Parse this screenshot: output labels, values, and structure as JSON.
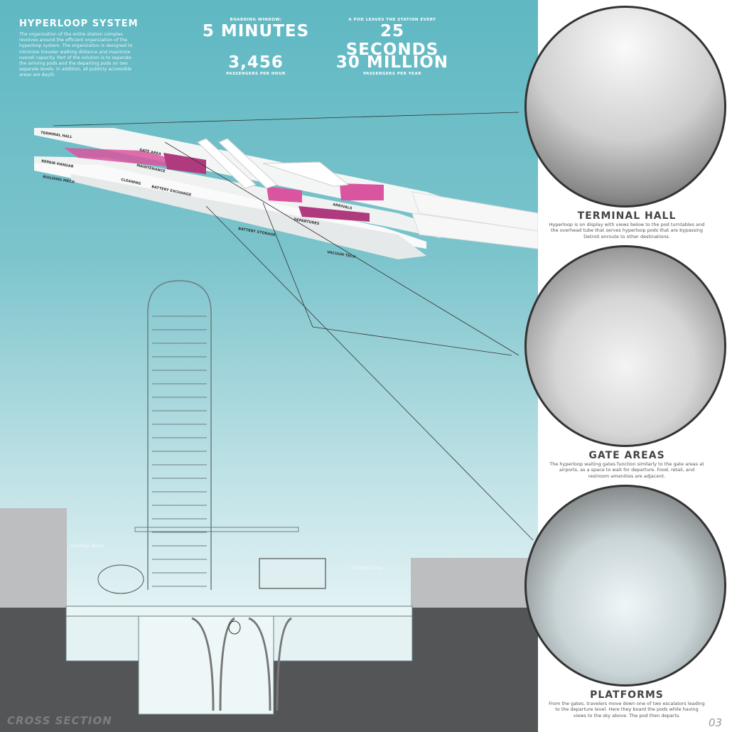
{
  "header": {
    "title": "HYPERLOOP SYSTEM",
    "intro": "The organization of the entire station complex revolves around the efficient organization of the hyperloop system. The organization is designed to minimize traveler walking distance and maximize overall capacity. Part of the solution is to separate the arriving pods and the departing pods on two separate levels. In addition, all publicly accessible areas are daylit."
  },
  "stats": [
    {
      "small": "BOARDING WINDOW:",
      "big": "5 MINUTES"
    },
    {
      "small": "A POD LEAVES THE STATION EVERY",
      "big": "25 SECONDS"
    },
    {
      "big": "3,456",
      "small": "PASSENGERS PER HOUR"
    },
    {
      "big": "30 MILLION",
      "small": "PASSENGERS PER YEAR"
    }
  ],
  "diagram_labels": [
    "TERMINAL HALL",
    "GATE AREA",
    "REPAIR HANGAR",
    "MAINTENANCE",
    "BUILDING MECH",
    "CLEANING",
    "BATTERY EXCHANGE",
    "ARRIVALS",
    "DEPARTURES",
    "BATTERY STORAGE",
    "VACUUM TECH"
  ],
  "section": {
    "title": "CROSS SECTION",
    "street_left": "Hastings Street",
    "street_right": "Chrysler Drive"
  },
  "sections": [
    {
      "title": "TERMINAL HALL",
      "text": "Hyperloop is on display with views below to the pod turntables and the overhead tube that serves hyperloop pods that are bypassing Detroit enroute to other destinations."
    },
    {
      "title": "GATE AREAS",
      "text": "The hyperloop waiting gates function similarly to the gate areas at airports, as a space to wait for departure. Food, retail, and restroom amenities are adjacent."
    },
    {
      "title": "PLATFORMS",
      "text": "From the gates, travelers move down one of two escalators leading to the departure level. Here they board the pods while having views to the sky above. The pod then departs."
    }
  ],
  "page_number": "03",
  "colors": {
    "sky": "#5fb8c3",
    "pod": "#d9559f",
    "ground": "#545557"
  }
}
